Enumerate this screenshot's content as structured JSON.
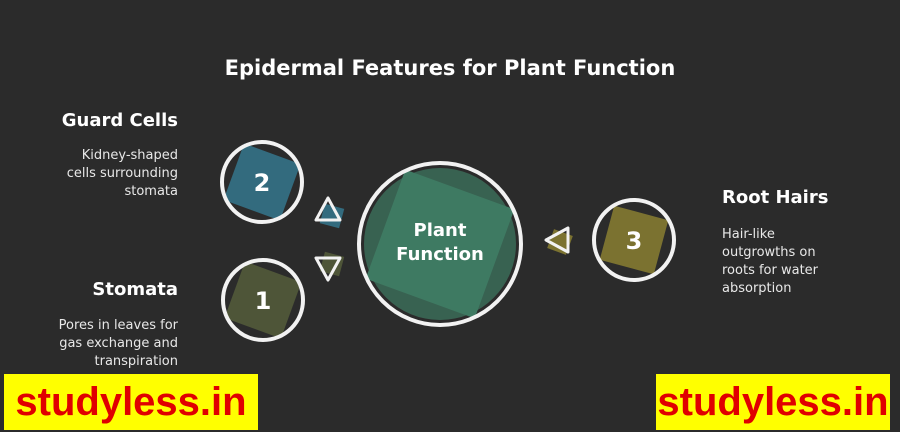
{
  "title": "Epidermal Features for Plant Function",
  "center": {
    "line1": "Plant",
    "line2": "Function",
    "color": "#3f7a63"
  },
  "items": [
    {
      "number": "1",
      "heading": "Stomata",
      "description": [
        "Pores in leaves for",
        "gas exchange and",
        "transpiration"
      ],
      "color": "#4e5538"
    },
    {
      "number": "2",
      "heading": "Guard Cells",
      "description": [
        "Kidney-shaped",
        "cells surrounding",
        "stomata"
      ],
      "color": "#336b7e"
    },
    {
      "number": "3",
      "heading": "Root Hairs",
      "description": [
        "Hair-like",
        "outgrowths on",
        "roots for water",
        "absorption"
      ],
      "color": "#7b7230"
    }
  ],
  "watermark": {
    "left": "studyless.in",
    "right": "studyless.in"
  }
}
